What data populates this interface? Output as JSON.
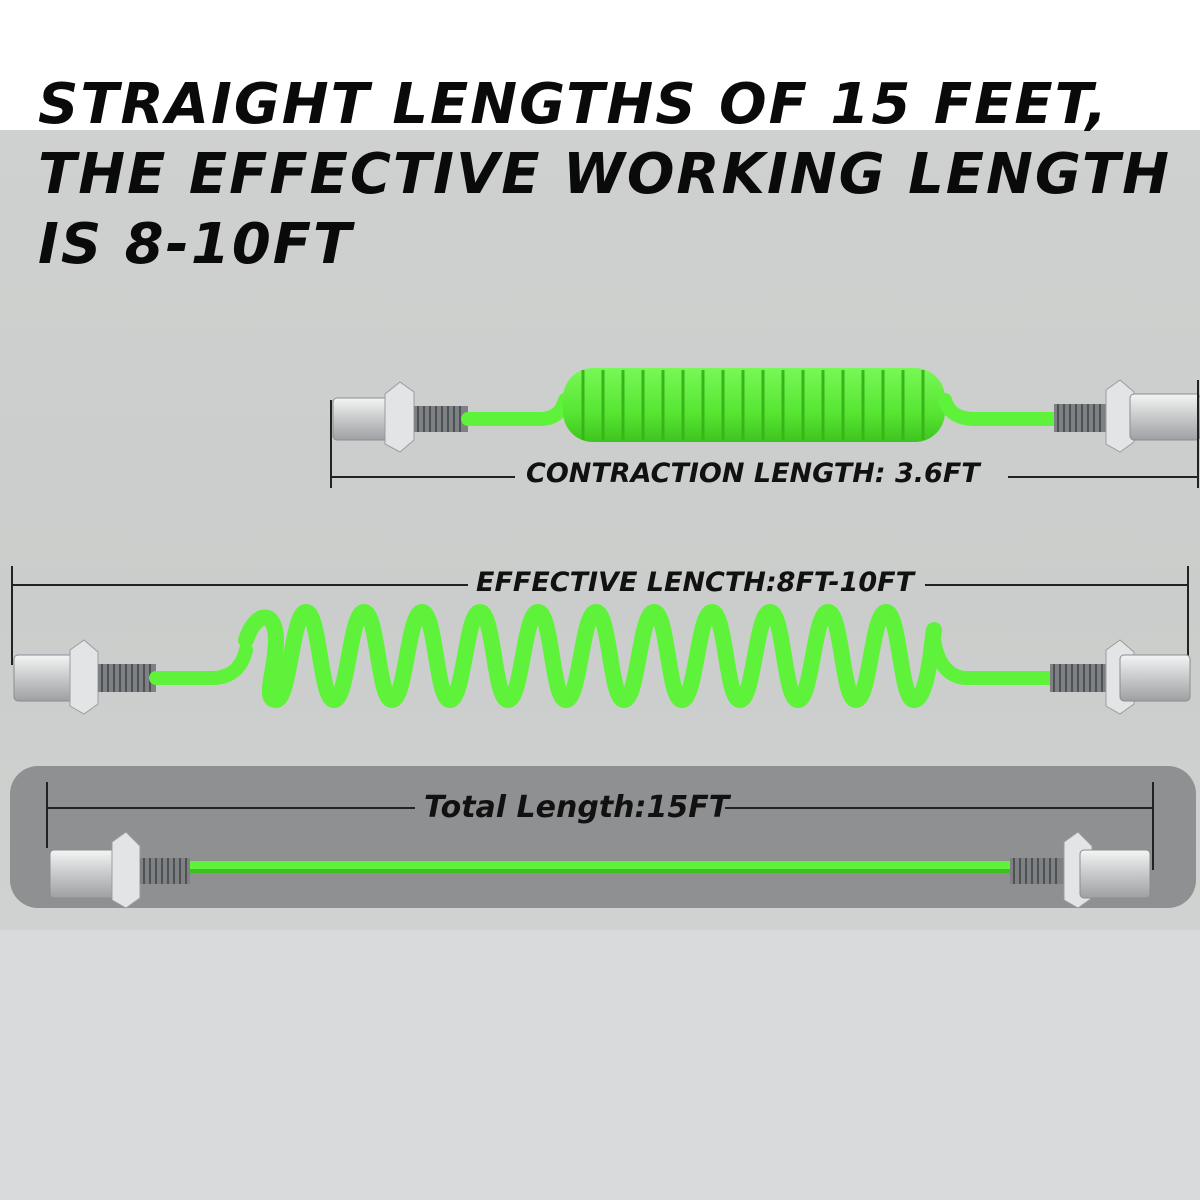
{
  "headline": {
    "line1": "STRAIGHT LENGTHS OF 15 FEET,",
    "line2": "THE EFFECTIVE WORKING LENGTH",
    "line3": "IS 8-10FT"
  },
  "contraction": {
    "label": "CONTRACTION LENGTH:  3.6FT"
  },
  "effective": {
    "label": "EFFECTIVE LENCTH:8FT-10FT"
  },
  "total": {
    "label": "Total Length:15FT"
  },
  "colors": {
    "cable": "#5ff23a",
    "cable_dark": "#3fbf22",
    "panel": "#8f9091",
    "text": "#111111"
  }
}
